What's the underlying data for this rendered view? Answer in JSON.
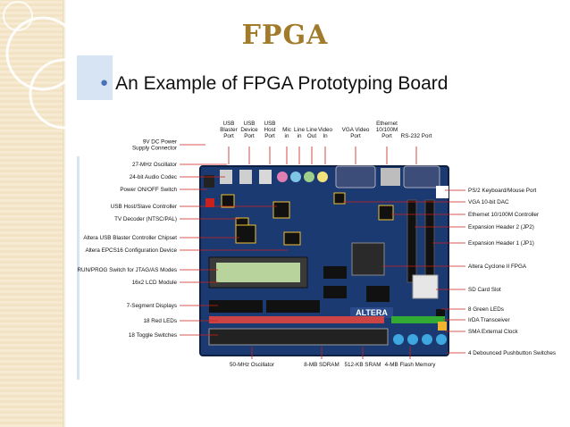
{
  "slide": {
    "title": "FPGA",
    "bullet": "An Example of FPGA Prototyping Board"
  },
  "colors": {
    "title": "#a17a2a",
    "bullet_dot": "#4a73b5",
    "board_pcb": "#1c3a72",
    "leader_lines": "#cc1f1f",
    "sidebar_band": "#f3e6c9"
  },
  "board": {
    "top_labels": [
      [
        "USB",
        "Blaster",
        "Port"
      ],
      [
        "USB",
        "Device",
        "Port"
      ],
      [
        "USB",
        "Host",
        "Port"
      ],
      [
        "Mic",
        "in"
      ],
      [
        "Line",
        "in"
      ],
      [
        "Line",
        "Out"
      ],
      [
        "Video",
        "In"
      ],
      [
        "VGA Video",
        "Port"
      ],
      [
        "Ethernet",
        "10/100M",
        "Port"
      ],
      [
        "RS-232 Port"
      ]
    ],
    "left_labels": [
      [
        "9V DC Power",
        "Supply Connector"
      ],
      [
        "27-MHz Oscillator"
      ],
      [
        "24-bit Audio Codec"
      ],
      [
        "Power ON/OFF Switch"
      ],
      [
        "USB Host/Slave Controller"
      ],
      [
        "TV Decoder (NTSC/PAL)"
      ],
      [
        "Altera USB Blaster Controller Chipset"
      ],
      [
        "Altera EPCS16 Configuration Device"
      ],
      [
        "RUN/PROG Switch for JTAG/AS Modes"
      ],
      [
        "16x2 LCD Module"
      ],
      [
        "7-Segment Displays"
      ],
      [
        "18 Red LEDs"
      ],
      [
        "18 Toggle Switches"
      ]
    ],
    "right_labels": [
      "PS/2 Keyboard/Mouse Port",
      "VGA 10-bit DAC",
      "Ethernet 10/100M Controller",
      "Expansion Header 2 (JP2)",
      "Expansion Header 1 (JP1)",
      "Altera Cyclone II FPGA",
      "SD Card Slot",
      "8 Green LEDs",
      "IrDA Transceiver",
      "SMA External Clock",
      "4 Debounced Pushbutton Switches"
    ],
    "bottom_labels": [
      "50-MHz Oscillator",
      "8-MB SDRAM",
      "512-KB SRAM",
      "4-MB Flash Memory"
    ],
    "chip_text": "ALTERA"
  }
}
